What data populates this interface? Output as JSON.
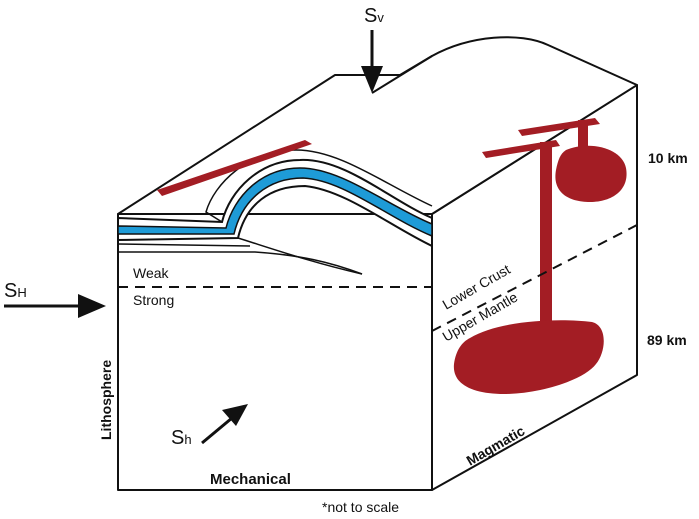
{
  "stress": {
    "vertical_main": "S",
    "vertical_sub": "v",
    "max_horizontal_main": "S",
    "max_horizontal_sub": "H",
    "min_horizontal_main": "S",
    "min_horizontal_sub": "h"
  },
  "layers": {
    "weak": "Weak",
    "strong": "Strong",
    "lower_crust": "Lower Crust",
    "upper_mantle": "Upper Mantle"
  },
  "depths": {
    "shallow": "10 km",
    "deep": "89 km"
  },
  "faces": {
    "left": "Lithosphere",
    "front": "Mechanical",
    "right": "Magmatic"
  },
  "note": "*not to scale",
  "colors": {
    "magma": "#a31d24",
    "blue_layer": "#1e9bd7",
    "outline": "#111111"
  }
}
